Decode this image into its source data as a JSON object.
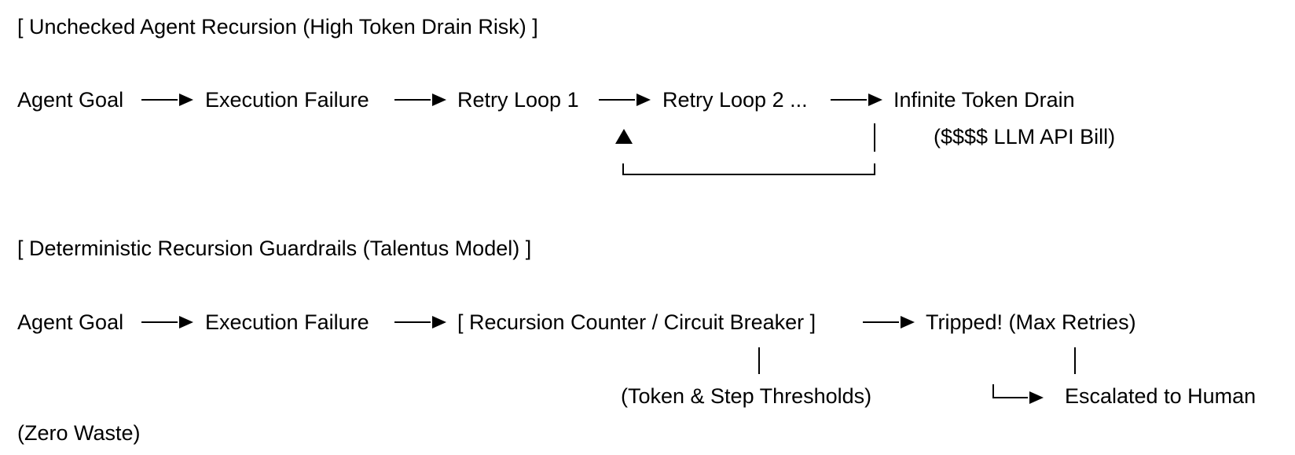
{
  "diagram_1": {
    "title": "[ Unchecked Agent Recursion (High Token Drain Risk) ]",
    "nodes": {
      "agent_goal": "Agent Goal",
      "execution_failure": "Execution Failure",
      "retry_loop_1": "Retry Loop 1",
      "retry_loop_2": "Retry Loop 2 ...",
      "infinite_token_drain": "Infinite Token Drain"
    },
    "bill_note": "($$$$ LLM API Bill)"
  },
  "diagram_2": {
    "title": "[ Deterministic Recursion Guardrails (Talentus Model) ]",
    "nodes": {
      "agent_goal": "Agent Goal",
      "execution_failure": "Execution Failure",
      "circuit_breaker": "[ Recursion Counter / Circuit Breaker ]",
      "tripped": "Tripped! (Max Retries)",
      "escalated": "Escalated to Human"
    },
    "thresholds_note": "(Token & Step Thresholds)",
    "zero_waste_note": "(Zero Waste)"
  },
  "colors": {
    "text": "#000000",
    "background": "#ffffff"
  }
}
